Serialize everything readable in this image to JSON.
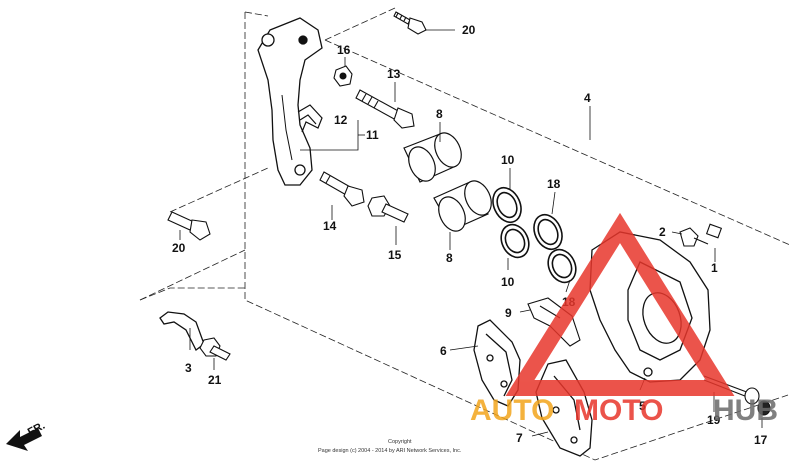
{
  "callouts": {
    "c1": "1",
    "c2": "2",
    "c3": "3",
    "c4": "4",
    "c5": "5",
    "c6": "6",
    "c7": "7",
    "c8a": "8",
    "c8b": "8",
    "c9": "9",
    "c10a": "10",
    "c10b": "10",
    "c11": "11",
    "c12": "12",
    "c13": "13",
    "c14": "14",
    "c15": "15",
    "c16": "16",
    "c17": "17",
    "c18a": "18",
    "c18b": "18",
    "c19": "19",
    "c20a": "20",
    "c20b": "20",
    "c21": "21"
  },
  "direction_label": "FR.",
  "copyright": {
    "line1": "Copyright",
    "line2": "Page design (c) 2004 - 2014 by ARI Network Services, Inc."
  },
  "watermark": {
    "word_auto": "AUTO",
    "word_moto": "MOTO",
    "word_hub": "HUB",
    "color_red": "#e8362b",
    "color_orange": "#f3a51c",
    "color_gray": "#6b6b6b"
  }
}
